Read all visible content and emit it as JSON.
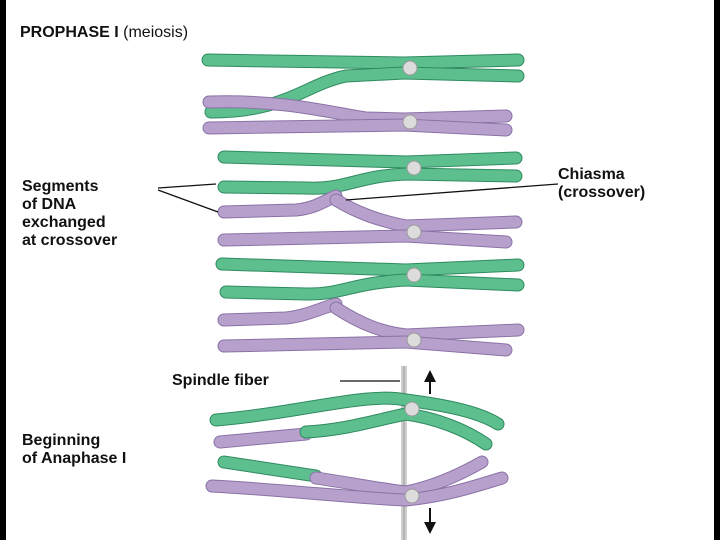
{
  "title": {
    "main": "PROPHASE I",
    "sub": "(meiosis)"
  },
  "labels": {
    "segments": "Segments\nof DNA\nexchanged\nat crossover",
    "chiasma": "Chiasma\n(crossover)",
    "spindle_fiber": "Spindle fiber",
    "anaphase": "Beginning\nof Anaphase I"
  },
  "colors": {
    "green": "#5dbf8e",
    "green_edge": "#2f8a60",
    "purple": "#b7a1cc",
    "purple_edge": "#8a72a6",
    "centromere": "#d8d8d8",
    "ink": "#111111"
  }
}
